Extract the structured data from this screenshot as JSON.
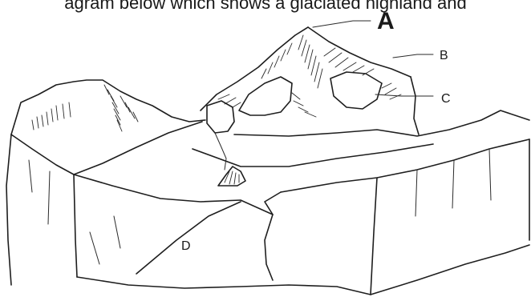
{
  "caption": "agram below which shows a glaciated highland and",
  "labels": {
    "a": "A",
    "b": "B",
    "c": "C",
    "d": "D"
  }
}
